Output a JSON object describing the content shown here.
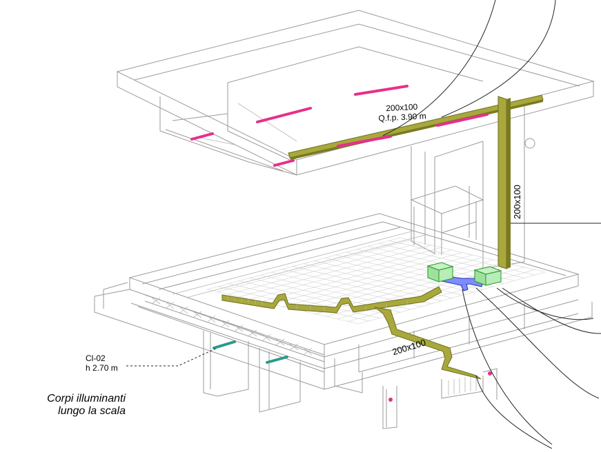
{
  "labels": {
    "tray_top_size": "200x100",
    "tray_top_height": "Q.f.p. 3.90 m",
    "tray_vertical_size": "200x100",
    "tray_floor_size": "200x100",
    "fixture_code": "Cl-02",
    "fixture_height": "h 2.70 m",
    "caption_line1": "Corpi illuminanti",
    "caption_line2": "lungo la scala"
  },
  "colors": {
    "line": "#9a9a9a",
    "tray": "#a0a03a",
    "tray_dark": "#6e6e1e",
    "conduit": "#3344cc",
    "junction_box": "#33aa33",
    "ceiling_fixture": "#e6308a",
    "stair_fixture": "#2a9a8c",
    "leader": "#222222"
  }
}
